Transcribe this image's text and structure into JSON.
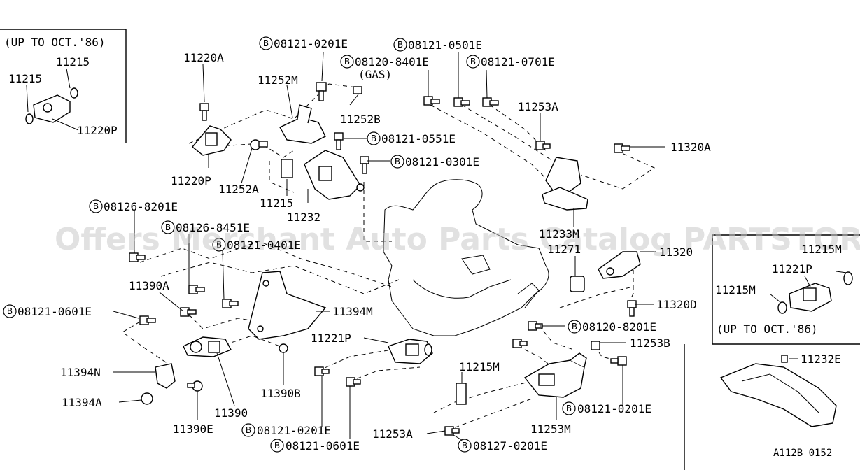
{
  "watermark": "Offers Merchant Auto Parts Catalog PARTSTORE.SA",
  "inset_left": {
    "note": "(UP TO OCT.'86)",
    "labels": [
      "11215",
      "11215",
      "11220P"
    ]
  },
  "inset_right": {
    "labels": [
      "11215M",
      "11221P",
      "11215M"
    ],
    "note": "(UP TO OCT.'86)"
  },
  "inset_bottom": {
    "label": "11232E"
  },
  "drawing_code": "A112B 0152",
  "bolt_symbol": "B",
  "labels": {
    "l11220A": "11220A",
    "l11220P": "11220P",
    "l11252M": "11252M",
    "l11252A": "11252A",
    "l11252B": "11252B",
    "l11215": "11215",
    "l11232": "11232",
    "b0201a": "08121-0201E",
    "b8401": "08120-8401E",
    "gas": "(GAS)",
    "b0501": "08121-0501E",
    "b0701": "08121-0701E",
    "b0551": "08121-0551E",
    "b0301": "08121-0301E",
    "l11253A_top": "11253A",
    "l11320A": "11320A",
    "b8201": "08126-8201E",
    "b8451": "08126-8451E",
    "b0401": "08121-0401E",
    "l11233M": "11233M",
    "l11271": "11271",
    "l11320": "11320",
    "l11390A": "11390A",
    "l11394M": "11394M",
    "l11320D": "11320D",
    "b0601a": "08121-0601E",
    "b8201b": "08120-8201E",
    "l11221P": "11221P",
    "l11253B": "11253B",
    "l11394N": "11394N",
    "l11390B": "11390B",
    "l11215M": "11215M",
    "l11394A": "11394A",
    "l11390": "11390",
    "b0201b": "08121-0201E",
    "l11390E": "11390E",
    "b0201c": "08121-0201E",
    "l11253A_bot": "11253A",
    "l11253M": "11253M",
    "b0601b": "08121-0601E",
    "b0201d": "08127-0201E"
  }
}
